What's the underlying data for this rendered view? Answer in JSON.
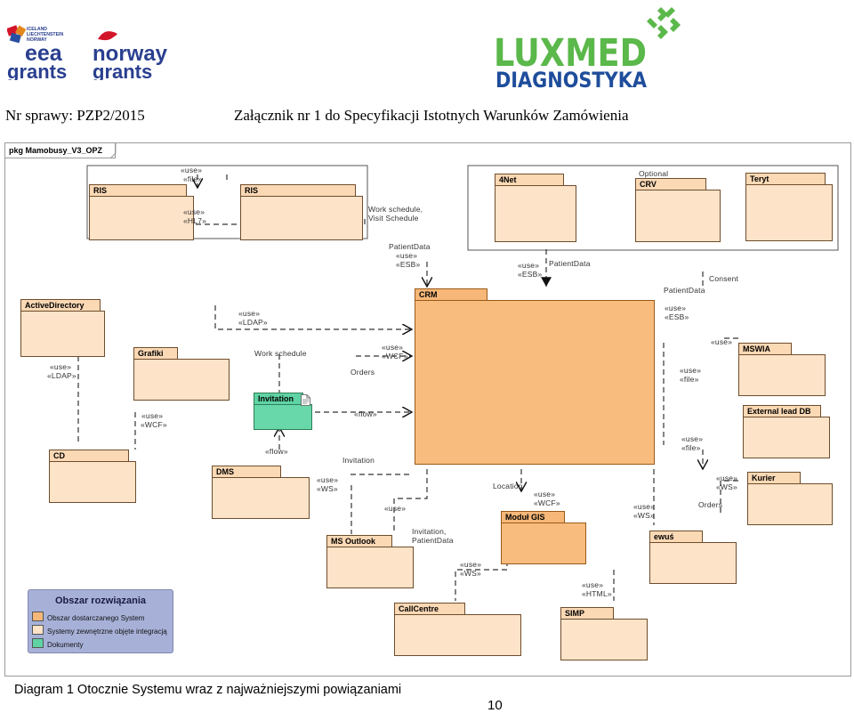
{
  "logos": {
    "eea_small": [
      "ICELAND",
      "LIECHTENSTEIN",
      "NORWAY"
    ],
    "eea_big": [
      "eea",
      "grants"
    ],
    "norway_big": [
      "norway",
      "grants"
    ],
    "luxmed_top": "LUXMED",
    "luxmed_bottom": "DIAGNOSTYKA"
  },
  "header": {
    "left": "Nr sprawy: PZP2/2015",
    "right": "Załącznik nr 1 do Specyfikacji Istotnych Warunków Zamówienia"
  },
  "frame_title": "pkg Mamobusy_V3_OPZ",
  "packages": {
    "ris1": "RIS",
    "ris2": "RIS",
    "net4": "4Net",
    "crv_opt": "Optional",
    "crv": "CRV",
    "teryt": "Teryt",
    "crm": "CRM",
    "activedirectory": "ActiveDirectory",
    "grafiki": "Grafiki",
    "mswia": "MSWIA",
    "invitation": "Invitation",
    "externaldb": "External lead DB",
    "cd": "CD",
    "dms": "DMS",
    "kurier": "Kurier",
    "modulgis": "Moduł GIS",
    "msoutlook": "MS Outlook",
    "ewus": "ewuś",
    "callcentre": "CallCentre",
    "simp": "SIMP"
  },
  "labels": {
    "l1": "«use»",
    "l2": "«file»",
    "l3": "«use»",
    "l4": "«HL7»",
    "l5": "Work schedule,",
    "l6": "Visit Schedule",
    "l7": "PatientData",
    "l8": "«use»",
    "l9": "«ESB»",
    "l10": "«use»",
    "l11": "«ESB»",
    "l12": "PatientData",
    "l13": "Consent",
    "l14": "PatientData",
    "l15": "«use»",
    "l16": "«ESB»",
    "l17": "«use»",
    "l18": "«LDAP»",
    "l19": "«use»",
    "l20": "«LDAP»",
    "l21": "Work schedule",
    "l22": "«use»",
    "l23": "«WCF»",
    "l24": "Orders",
    "l25": "«use»",
    "l26": "«use»",
    "l27": "«file»",
    "l28": "«use»",
    "l29": "«WCF»",
    "l30": "«flow»",
    "l31": "«use»",
    "l32": "«file»",
    "l33": "«flow»",
    "l34": "Invitation",
    "l35": "«use»",
    "l36": "«WS»",
    "l37": "«use»",
    "l38": "Location",
    "l39": "«use»",
    "l40": "«WCF»",
    "l41": "«use»",
    "l42": "«WS»",
    "l43": "«use»",
    "l44": "«WS»",
    "l45": "Orders",
    "l46": "Invitation,",
    "l47": "PatientData",
    "l48": "«use»",
    "l49": "«WS»",
    "l50": "«use»",
    "l51": "«HTML»"
  },
  "legend": {
    "title": "Obszar rozwiązania",
    "items": [
      {
        "label": "Obszar dostarczanego System",
        "color": "#f6b778"
      },
      {
        "label": "Systemy zewnętrzne objęte integracją",
        "color": "#fde3c8"
      },
      {
        "label": "Dokumenty",
        "color": "#5fd3a3"
      }
    ]
  },
  "caption": "Diagram 1  Otocznie Systemu wraz z najważniejszymi powiązaniami",
  "page_number": "10"
}
